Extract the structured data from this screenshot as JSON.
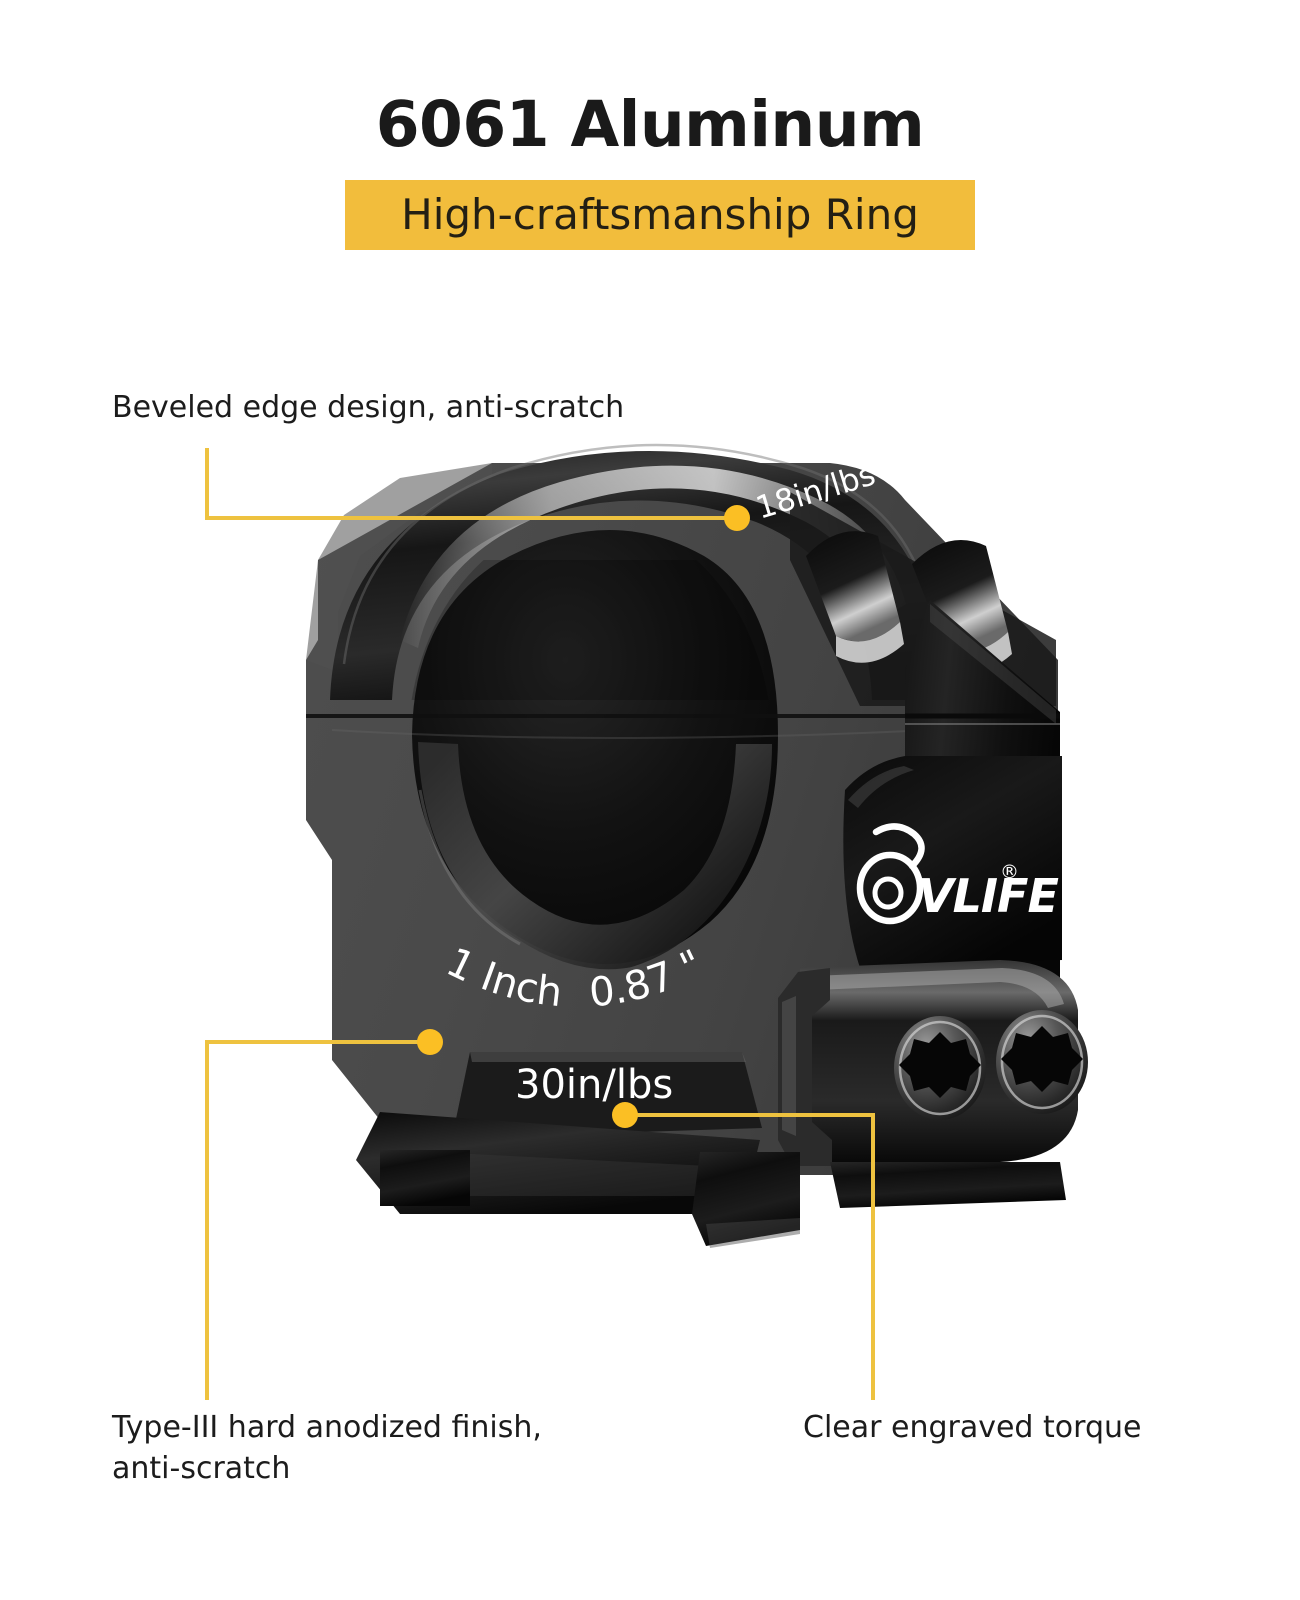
{
  "page": {
    "background": "#ffffff",
    "accent_color": "#f2bd3c",
    "dot_color": "#fbbf24",
    "text_color": "#1c1c1c"
  },
  "header": {
    "title": "6061 Aluminum",
    "subtitle": "High-craftsmanship Ring",
    "subtitle_band_color": "#f2bd3c"
  },
  "callouts": [
    {
      "id": "beveled-edge",
      "label": "Beveled edge design, anti-scratch",
      "position": "top-left"
    },
    {
      "id": "anodized-finish",
      "label": "Type-III hard anodized finish,\nanti-scratch",
      "position": "bottom-left"
    },
    {
      "id": "engraved-torque",
      "label": "Clear engraved torque",
      "position": "bottom-right"
    }
  ],
  "product": {
    "name": "scope-ring-mount",
    "brand": "VLIFE",
    "brand_mark": "®",
    "engravings": {
      "top_torque": "18in/lbs",
      "bottom_torque": "30in/lbs",
      "diameter": "1 Inch",
      "height": "0.87 \""
    },
    "colors": {
      "body_light": "#4a4a4a",
      "body_mid": "#3a3a3a",
      "body_dark": "#1e1e1e",
      "body_black": "#0d0d0d",
      "highlight": "#8e8e8e"
    }
  }
}
